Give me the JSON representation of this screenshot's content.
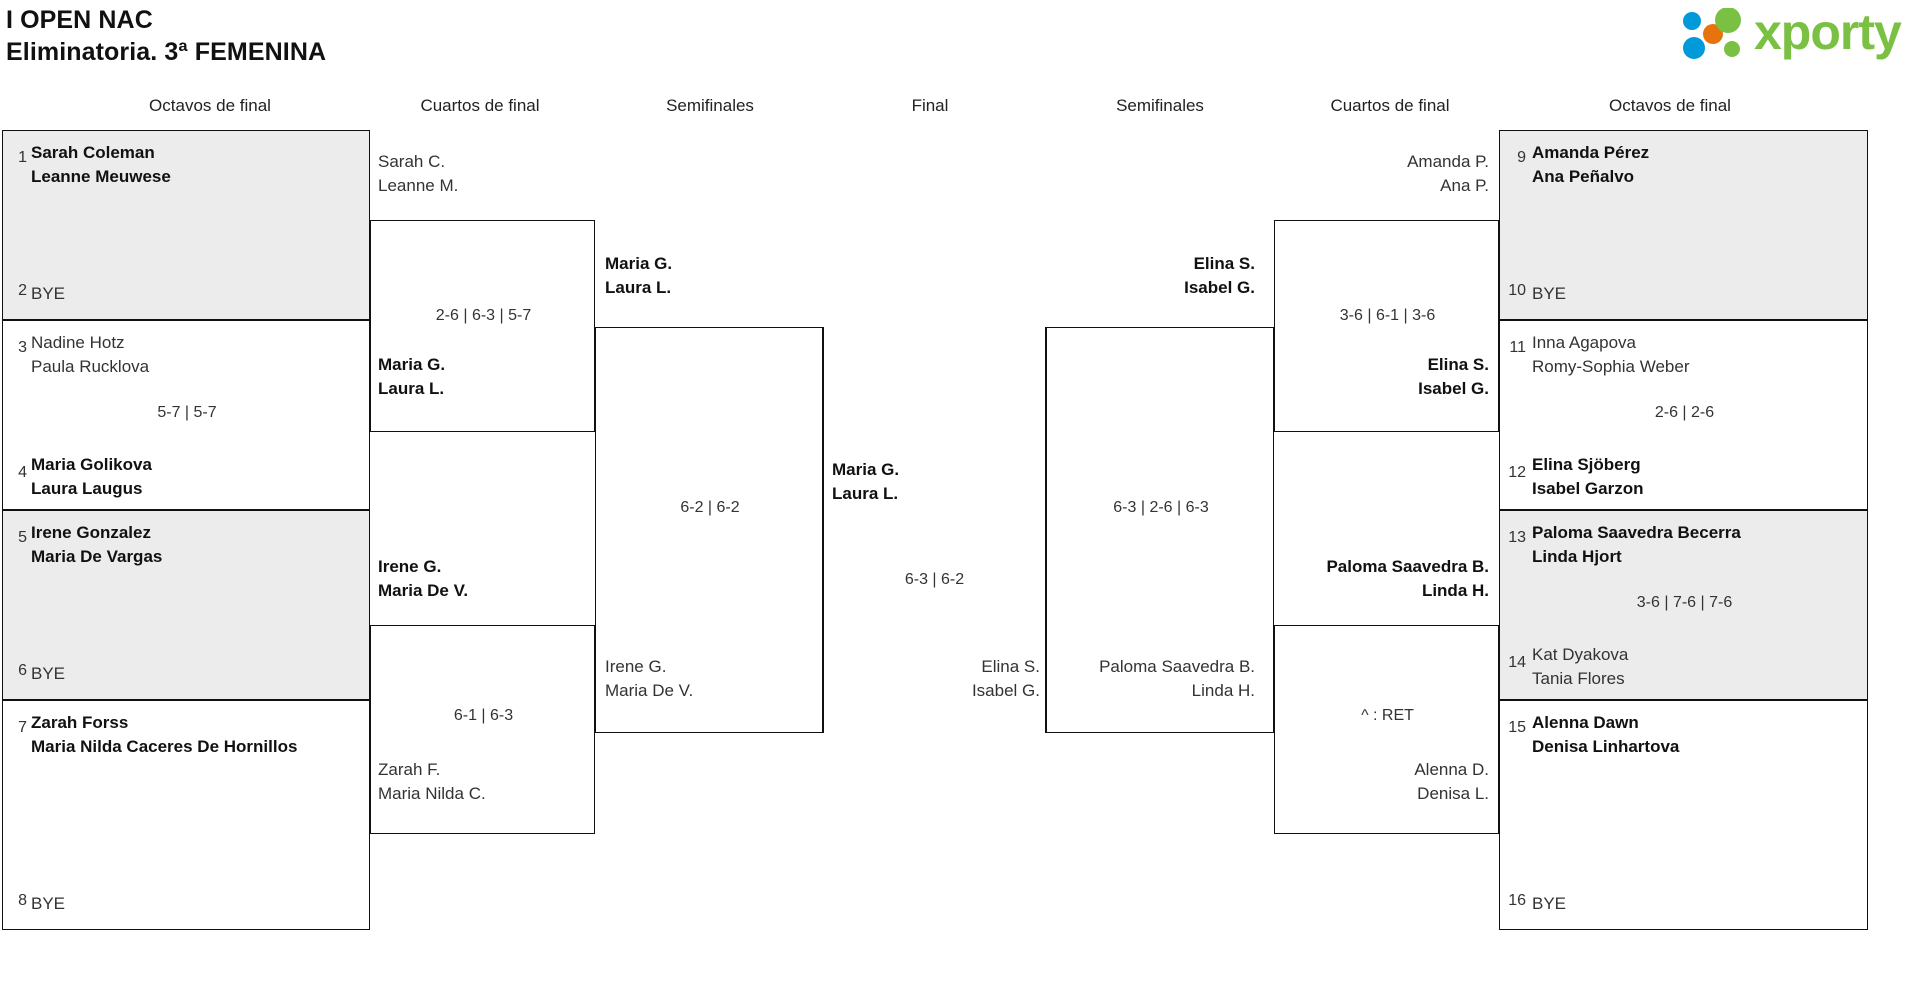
{
  "header": {
    "title_line1": "I OPEN NAC",
    "title_line2": "Eliminatoria. 3ª FEMENINA",
    "logo_text": "xporty",
    "logo_colors": {
      "green": "#7ac143",
      "blue": "#0099da",
      "orange": "#e8730c"
    }
  },
  "rounds": {
    "left_r16": "Octavos de final",
    "left_qf": "Cuartos de final",
    "left_sf": "Semifinales",
    "final": "Final",
    "right_sf": "Semifinales",
    "right_qf": "Cuartos de final",
    "right_r16": "Octavos de final"
  },
  "left": {
    "r16": [
      {
        "seed": "1",
        "p1": "Sarah Coleman",
        "p2": "Leanne Meuwese",
        "bye": false,
        "winner": true,
        "shaded": true
      },
      {
        "seed": "2",
        "p1": "BYE",
        "p2": "",
        "bye": true,
        "winner": false,
        "shaded": true
      },
      {
        "seed": "3",
        "p1": "Nadine Hotz",
        "p2": "Paula Rucklova",
        "bye": false,
        "winner": false,
        "shaded": false
      },
      {
        "seed": "4",
        "p1": "Maria Golikova",
        "p2": "Laura Laugus",
        "bye": false,
        "winner": true,
        "shaded": false
      },
      {
        "seed": "5",
        "p1": "Irene Gonzalez",
        "p2": "Maria De Vargas",
        "bye": false,
        "winner": true,
        "shaded": true
      },
      {
        "seed": "6",
        "p1": "BYE",
        "p2": "",
        "bye": true,
        "winner": false,
        "shaded": true
      },
      {
        "seed": "7",
        "p1": "Zarah Forss",
        "p2": "Maria Nilda Caceres De Hornillos",
        "bye": false,
        "winner": true,
        "shaded": false
      },
      {
        "seed": "8",
        "p1": "BYE",
        "p2": "",
        "bye": true,
        "winner": false,
        "shaded": false
      }
    ],
    "r16_scores": [
      "",
      "5-7 | 5-7",
      "",
      ""
    ],
    "qf": [
      {
        "top_p1": "Sarah C.",
        "top_p2": "Leanne M.",
        "top_win": false,
        "bot_p1": "Maria G.",
        "bot_p2": "Laura L.",
        "bot_win": true,
        "score": "2-6 | 6-3 | 5-7"
      },
      {
        "top_p1": "Irene G.",
        "top_p2": "Maria De V.",
        "top_win": true,
        "bot_p1": "Zarah F.",
        "bot_p2": "Maria Nilda C.",
        "bot_win": false,
        "score": "6-1 | 6-3"
      }
    ],
    "sf": {
      "top_p1": "Maria G.",
      "top_p2": "Laura L.",
      "top_win": true,
      "bot_p1": "Irene G.",
      "bot_p2": "Maria De V.",
      "bot_win": false,
      "score": "6-2 | 6-2"
    },
    "final_entrant": {
      "p1": "Maria G.",
      "p2": "Laura L.",
      "win": true
    }
  },
  "final": {
    "score": "6-3 | 6-2"
  },
  "right": {
    "r16": [
      {
        "seed": "9",
        "p1": "Amanda Pérez",
        "p2": "Ana Peñalvo",
        "bye": false,
        "winner": true,
        "shaded": true
      },
      {
        "seed": "10",
        "p1": "BYE",
        "p2": "",
        "bye": true,
        "winner": false,
        "shaded": true
      },
      {
        "seed": "11",
        "p1": "Inna Agapova",
        "p2": "Romy-Sophia Weber",
        "bye": false,
        "winner": false,
        "shaded": false
      },
      {
        "seed": "12",
        "p1": "Elina Sjöberg",
        "p2": "Isabel Garzon",
        "bye": false,
        "winner": true,
        "shaded": false
      },
      {
        "seed": "13",
        "p1": "Paloma Saavedra Becerra",
        "p2": "Linda Hjort",
        "bye": false,
        "winner": true,
        "shaded": true
      },
      {
        "seed": "14",
        "p1": "Kat Dyakova",
        "p2": "Tania Flores",
        "bye": false,
        "winner": false,
        "shaded": true
      },
      {
        "seed": "15",
        "p1": "Alenna Dawn",
        "p2": "Denisa Linhartova",
        "bye": false,
        "winner": true,
        "shaded": false
      },
      {
        "seed": "16",
        "p1": "BYE",
        "p2": "",
        "bye": true,
        "winner": false,
        "shaded": false
      }
    ],
    "r16_scores": [
      "",
      "2-6 | 2-6",
      "3-6 | 7-6 | 7-6",
      ""
    ],
    "qf": [
      {
        "top_p1": "Amanda P.",
        "top_p2": "Ana P.",
        "top_win": false,
        "bot_p1": "Elina S.",
        "bot_p2": "Isabel G.",
        "bot_win": true,
        "score": "3-6 | 6-1 | 3-6"
      },
      {
        "top_p1": "Paloma Saavedra B.",
        "top_p2": "Linda H.",
        "top_win": true,
        "bot_p1": "Alenna D.",
        "bot_p2": "Denisa L.",
        "bot_win": false,
        "score": "^ : RET"
      }
    ],
    "sf": {
      "top_p1": "Elina S.",
      "top_p2": "Isabel G.",
      "top_win": true,
      "bot_p1": "Paloma Saavedra B.",
      "bot_p2": "Linda H.",
      "bot_win": false,
      "score": "6-3 | 2-6 | 6-3"
    },
    "final_entrant": {
      "p1": "Elina S.",
      "p2": "Isabel G.",
      "win": false
    }
  }
}
